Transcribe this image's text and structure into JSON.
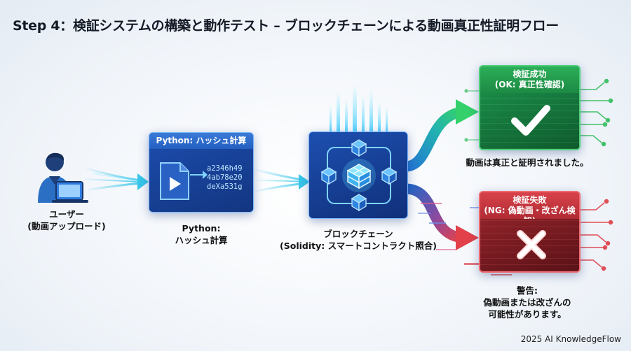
{
  "title": "Step 4：検証システムの構築と動作テスト – ブロックチェーンによる動画真正性証明フロー",
  "user": {
    "label_line1": "ユーザー",
    "label_line2": "(動画アップロード)"
  },
  "python": {
    "panel_title": "Python: ハッシュ計算",
    "hash_lines": [
      "a2346h49",
      "4ab78e20",
      "deXa531g"
    ],
    "label_line1": "Python:",
    "label_line2": "ハッシュ計算"
  },
  "blockchain": {
    "label_line1": "ブロックチェーン",
    "label_line2": "(Solidity: スマートコントラクト照合)"
  },
  "success": {
    "panel_line1": "検証成功",
    "panel_line2": "(OK: 真正性確認)",
    "message": "動画は真正と証明されました。"
  },
  "failure": {
    "panel_line1": "検証失敗",
    "panel_line2": "(NG: 偽動画・改ざん検知)",
    "message_line1": "警告:",
    "message_line2": "偽動画または改ざんの",
    "message_line3": "可能性があります。"
  },
  "footer": "2025 AI KnowledgeFlow",
  "colors": {
    "success": "#1f9d55",
    "failure": "#d63a3a",
    "panel_blue": "#1f4fa8",
    "flow_cyan": "#39c6ea"
  }
}
